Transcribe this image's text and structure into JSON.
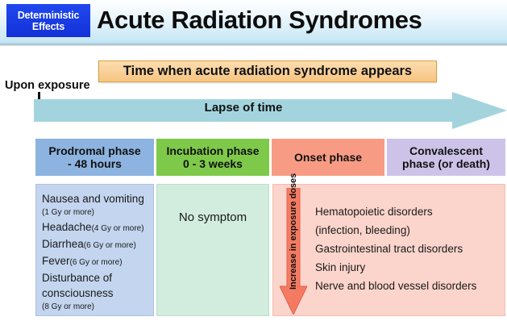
{
  "header": {
    "badge_line1": "Deterministic",
    "badge_line2": "Effects",
    "title": "Acute Radiation Syndromes",
    "badge_color": "#1a3fe0"
  },
  "timeline": {
    "banner_text": "Time when acute radiation syndrome appears",
    "start_label": "Upon exposure",
    "arrow_label": "Lapse of time",
    "arrow_color": "#a3d4de",
    "banner_color": "#f9d098"
  },
  "phases": [
    {
      "header_line1": "Prodromal phase",
      "header_line2": "- 48 hours",
      "header_color": "#8db3e0",
      "body_color": "#c3d5ef"
    },
    {
      "header_line1": "Incubation phase",
      "header_line2": "0 - 3 weeks",
      "header_color": "#7ec94a",
      "body_color": "#d2ecdd"
    },
    {
      "header_line1": "Onset phase",
      "header_line2": "",
      "header_color": "#f89b84",
      "body_color": "#fbd4cb"
    },
    {
      "header_line1": "Convalescent",
      "header_line2": "phase (or death)",
      "header_color": "#cdc3e8",
      "body_color": ""
    }
  ],
  "prodromal": {
    "symptoms": [
      {
        "name": "Nausea and vomiting",
        "dose": "",
        "dose_below": "(1 Gy or more)"
      },
      {
        "name": "Headache",
        "dose": "(4 Gy or more)",
        "dose_below": ""
      },
      {
        "name": "Diarrhea",
        "dose": "(6 Gy or more)",
        "dose_below": ""
      },
      {
        "name": "Fever",
        "dose": "(6 Gy or more)",
        "dose_below": ""
      },
      {
        "name": "Disturbance of",
        "dose": "",
        "dose_below": ""
      },
      {
        "name": "consciousness",
        "dose": "",
        "dose_below": "(8 Gy or more)"
      }
    ]
  },
  "incubation": {
    "text": "No symptom"
  },
  "onset": {
    "arrow_label": "Increase in exposure doses",
    "arrow_color": "#f47b62",
    "disorders": [
      "Hematopoietic disorders",
      "(infection, bleeding)",
      "Gastrointestinal tract disorders",
      "Skin injury",
      "Nerve and blood vessel disorders"
    ]
  }
}
